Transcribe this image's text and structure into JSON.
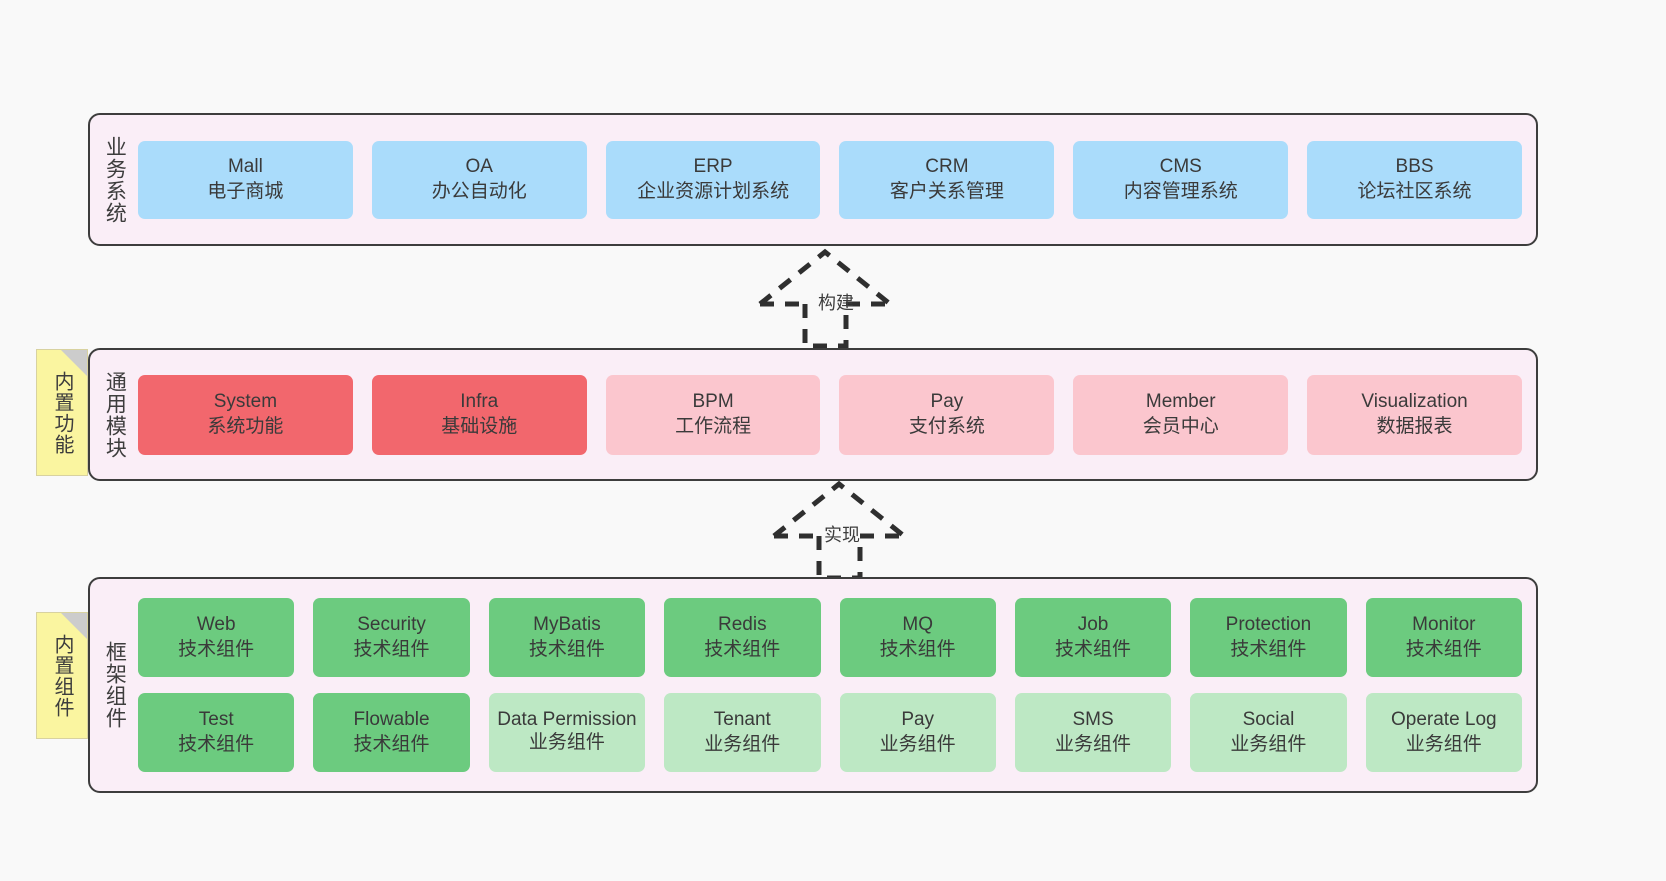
{
  "canvas": {
    "background": "#f9f9f9",
    "layer_background": "#faeef7",
    "layer_border": "#3d3d3d",
    "sticky_background": "#faf5a0"
  },
  "layers": [
    {
      "id": "business",
      "title": "业务系统",
      "rows": [
        {
          "cards": [
            {
              "en": "Mall",
              "cn": "电子商城",
              "color": "#aadcfb",
              "style": "c-blue"
            },
            {
              "en": "OA",
              "cn": "办公自动化",
              "color": "#aadcfb",
              "style": "c-blue"
            },
            {
              "en": "ERP",
              "cn": "企业资源计划系统",
              "color": "#aadcfb",
              "style": "c-blue"
            },
            {
              "en": "CRM",
              "cn": "客户关系管理",
              "color": "#aadcfb",
              "style": "c-blue"
            },
            {
              "en": "CMS",
              "cn": "内容管理系统",
              "color": "#aadcfb",
              "style": "c-blue"
            },
            {
              "en": "BBS",
              "cn": "论坛社区系统",
              "color": "#aadcfb",
              "style": "c-blue"
            }
          ]
        }
      ]
    },
    {
      "id": "common",
      "title": "通用模块",
      "sticky": "内置功能",
      "rows": [
        {
          "cards": [
            {
              "en": "System",
              "cn": "系统功能",
              "color": "#f2676d",
              "style": "c-red"
            },
            {
              "en": "Infra",
              "cn": "基础设施",
              "color": "#f2676d",
              "style": "c-red"
            },
            {
              "en": "BPM",
              "cn": "工作流程",
              "color": "#fbc6ce",
              "style": "c-pink"
            },
            {
              "en": "Pay",
              "cn": "支付系统",
              "color": "#fbc6ce",
              "style": "c-pink"
            },
            {
              "en": "Member",
              "cn": "会员中心",
              "color": "#fbc6ce",
              "style": "c-pink"
            },
            {
              "en": "Visualization",
              "cn": "数据报表",
              "color": "#fbc6ce",
              "style": "c-pink"
            }
          ]
        }
      ]
    },
    {
      "id": "framework",
      "title": "框架组件",
      "sticky": "内置组件",
      "rows": [
        {
          "cards": [
            {
              "en": "Web",
              "cn": "技术组件",
              "color": "#6ccb7f",
              "style": "c-green"
            },
            {
              "en": "Security",
              "cn": "技术组件",
              "color": "#6ccb7f",
              "style": "c-green"
            },
            {
              "en": "MyBatis",
              "cn": "技术组件",
              "color": "#6ccb7f",
              "style": "c-green"
            },
            {
              "en": "Redis",
              "cn": "技术组件",
              "color": "#6ccb7f",
              "style": "c-green"
            },
            {
              "en": "MQ",
              "cn": "技术组件",
              "color": "#6ccb7f",
              "style": "c-green"
            },
            {
              "en": "Job",
              "cn": "技术组件",
              "color": "#6ccb7f",
              "style": "c-green"
            },
            {
              "en": "Protection",
              "cn": "技术组件",
              "color": "#6ccb7f",
              "style": "c-green"
            },
            {
              "en": "Monitor",
              "cn": "技术组件",
              "color": "#6ccb7f",
              "style": "c-green"
            }
          ]
        },
        {
          "cards": [
            {
              "en": "Test",
              "cn": "技术组件",
              "color": "#6ccb7f",
              "style": "c-green"
            },
            {
              "en": "Flowable",
              "cn": "技术组件",
              "color": "#6ccb7f",
              "style": "c-green"
            },
            {
              "en": "Data Permission",
              "cn": "业务组件",
              "color": "#bde8c4",
              "style": "c-lgreen"
            },
            {
              "en": "Tenant",
              "cn": "业务组件",
              "color": "#bde8c4",
              "style": "c-lgreen"
            },
            {
              "en": "Pay",
              "cn": "业务组件",
              "color": "#bde8c4",
              "style": "c-lgreen"
            },
            {
              "en": "SMS",
              "cn": "业务组件",
              "color": "#bde8c4",
              "style": "c-lgreen"
            },
            {
              "en": "Social",
              "cn": "业务组件",
              "color": "#bde8c4",
              "style": "c-lgreen"
            },
            {
              "en": "Operate Log",
              "cn": "业务组件",
              "color": "#bde8c4",
              "style": "c-lgreen"
            }
          ]
        }
      ]
    }
  ],
  "connectors": [
    {
      "id": "build",
      "label": "构建",
      "from": "common",
      "to": "business",
      "style": "dashed-generalization"
    },
    {
      "id": "impl",
      "label": "实现",
      "from": "framework",
      "to": "common",
      "style": "dashed-generalization"
    }
  ]
}
